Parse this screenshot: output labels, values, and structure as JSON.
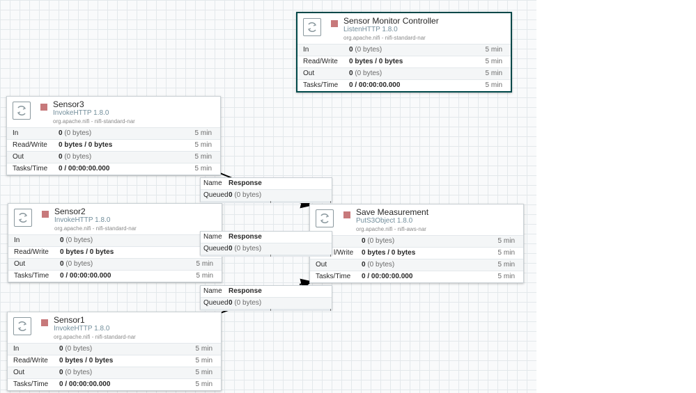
{
  "processors": {
    "monitor": {
      "name": "Sensor Monitor Controller",
      "type": "ListenHTTP 1.8.0",
      "bundle": "org.apache.nifi - nifi-standard-nar",
      "in_value": "0",
      "in_sub": "(0 bytes)",
      "rw_value": "0 bytes / 0 bytes",
      "out_value": "0",
      "out_sub": "(0 bytes)",
      "tasks_value": "0 / 00:00:00.000",
      "duration": "5 min"
    },
    "sensor3": {
      "name": "Sensor3",
      "type": "InvokeHTTP 1.8.0",
      "bundle": "org.apache.nifi - nifi-standard-nar",
      "in_value": "0",
      "in_sub": "(0 bytes)",
      "rw_value": "0 bytes / 0 bytes",
      "out_value": "0",
      "out_sub": "(0 bytes)",
      "tasks_value": "0 / 00:00:00.000",
      "duration": "5 min"
    },
    "sensor2": {
      "name": "Sensor2",
      "type": "InvokeHTTP 1.8.0",
      "bundle": "org.apache.nifi - nifi-standard-nar",
      "in_value": "0",
      "in_sub": "(0 bytes)",
      "rw_value": "0 bytes / 0 bytes",
      "out_value": "0",
      "out_sub": "(0 bytes)",
      "tasks_value": "0 / 00:00:00.000",
      "duration": "5 min"
    },
    "sensor1": {
      "name": "Sensor1",
      "type": "InvokeHTTP 1.8.0",
      "bundle": "org.apache.nifi - nifi-standard-nar",
      "in_value": "0",
      "in_sub": "(0 bytes)",
      "rw_value": "0 bytes / 0 bytes",
      "out_value": "0",
      "out_sub": "(0 bytes)",
      "tasks_value": "0 / 00:00:00.000",
      "duration": "5 min"
    },
    "save": {
      "name": "Save Measurement",
      "type": "PutS3Object 1.8.0",
      "bundle": "org.apache.nifi - nifi-aws-nar",
      "in_value": "0",
      "in_sub": "(0 bytes)",
      "rw_value": "0 bytes / 0 bytes",
      "out_value": "0",
      "out_sub": "(0 bytes)",
      "tasks_value": "0 / 00:00:00.000",
      "duration": "5 min"
    }
  },
  "labels": {
    "in": "In",
    "read_write": "Read/Write",
    "read_write_partial": "l/Write",
    "out": "Out",
    "tasks_time": "Tasks/Time",
    "partial_duration": "5",
    "name": "Name",
    "queued": "Queued"
  },
  "connections": [
    {
      "name": "Response",
      "queued_value": "0",
      "queued_sub": "(0 bytes)"
    },
    {
      "name": "Response",
      "queued_value": "0",
      "queued_sub": "(0 bytes)"
    },
    {
      "name": "Response",
      "queued_value": "0",
      "queued_sub": "(0 bytes)"
    }
  ],
  "colors": {
    "stopped": "#c7797b",
    "selected_border": "#004849",
    "type_text": "#728e9b"
  },
  "icons": {
    "processor": "processor-icon",
    "run_state": "stopped-icon"
  }
}
